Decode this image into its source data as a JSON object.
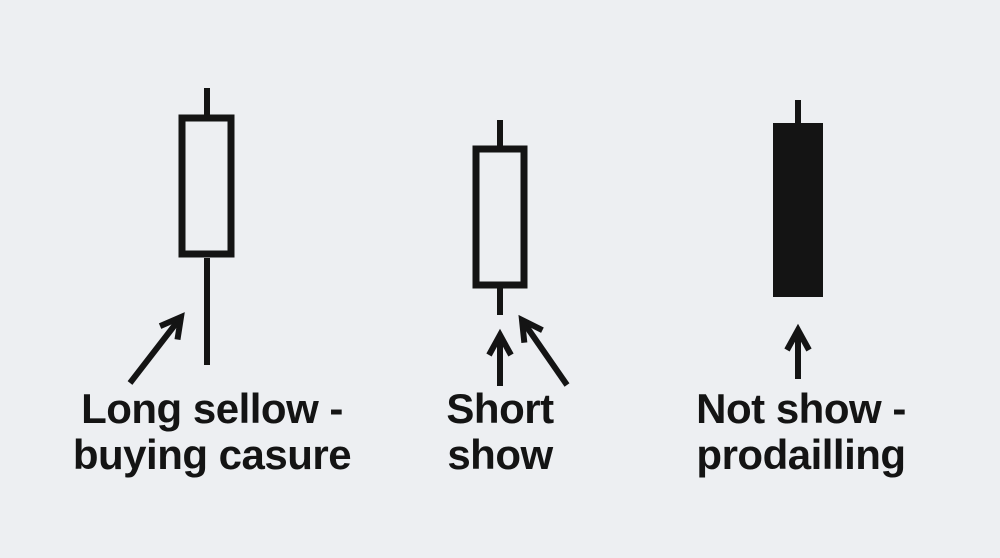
{
  "colors": {
    "bg": "#edeff2",
    "ink": "#141414"
  },
  "figures": [
    {
      "id": "long-lower-shadow-candle",
      "candle": "hollow body, short upper wick, long lower wick",
      "label_line1": "Long sellow -",
      "label_line2": "buying casure",
      "arrows": [
        "diagonal-up-right-arrow"
      ]
    },
    {
      "id": "short-shadow-candle",
      "candle": "hollow body, short upper wick, short lower wick",
      "label_line1": "Short",
      "label_line2": "show",
      "arrows": [
        "vertical-up-arrow",
        "diagonal-up-left-arrow"
      ]
    },
    {
      "id": "no-lower-shadow-candle",
      "candle": "solid filled body, short upper wick, no lower wick",
      "label_line1": "Not show -",
      "label_line2": "prodailling",
      "arrows": [
        "vertical-up-arrow"
      ]
    }
  ]
}
